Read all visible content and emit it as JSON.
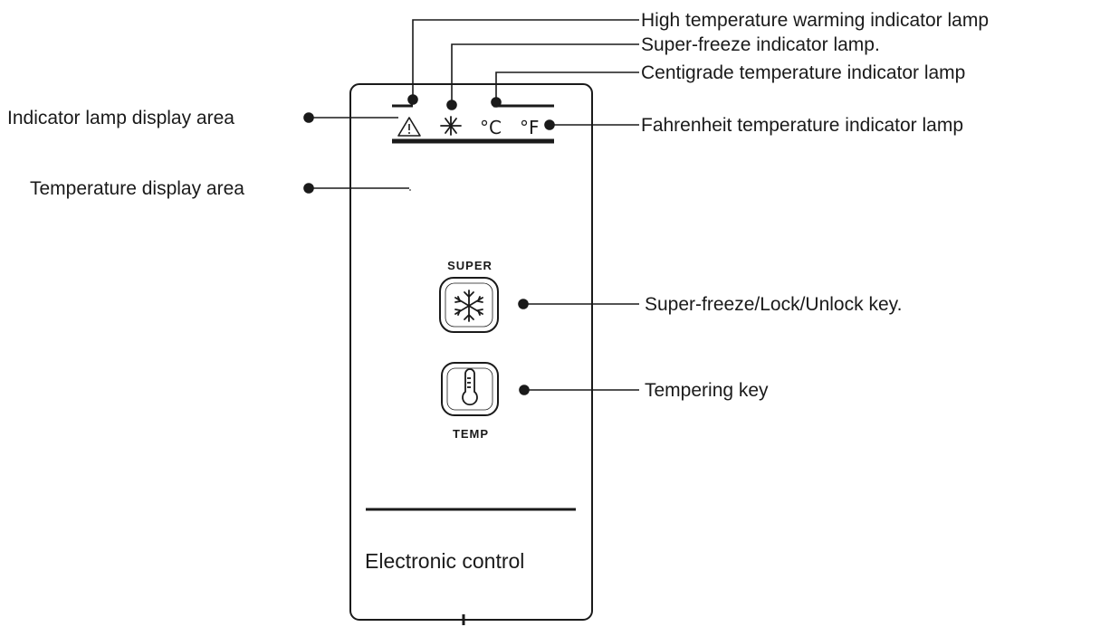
{
  "callouts": {
    "high_temp_lamp": "High temperature warming indicator lamp",
    "super_freeze_lamp": "Super-freeze indicator lamp.",
    "centigrade_lamp": "Centigrade temperature indicator lamp",
    "fahrenheit_lamp": "Fahrenheit temperature indicator lamp",
    "indicator_area": "Indicator lamp display area",
    "temperature_area": "Temperature display area",
    "super_key": "Super-freeze/Lock/Unlock key.",
    "tempering_key": "Tempering key"
  },
  "panel": {
    "super_label": "SUPER",
    "temp_label": "TEMP",
    "footer": "Electronic control",
    "lamps": {
      "warning_icon": "warning-triangle-icon",
      "snowflake_icon": "snowflake-icon",
      "celsius": "°C",
      "fahrenheit": "°F"
    }
  }
}
